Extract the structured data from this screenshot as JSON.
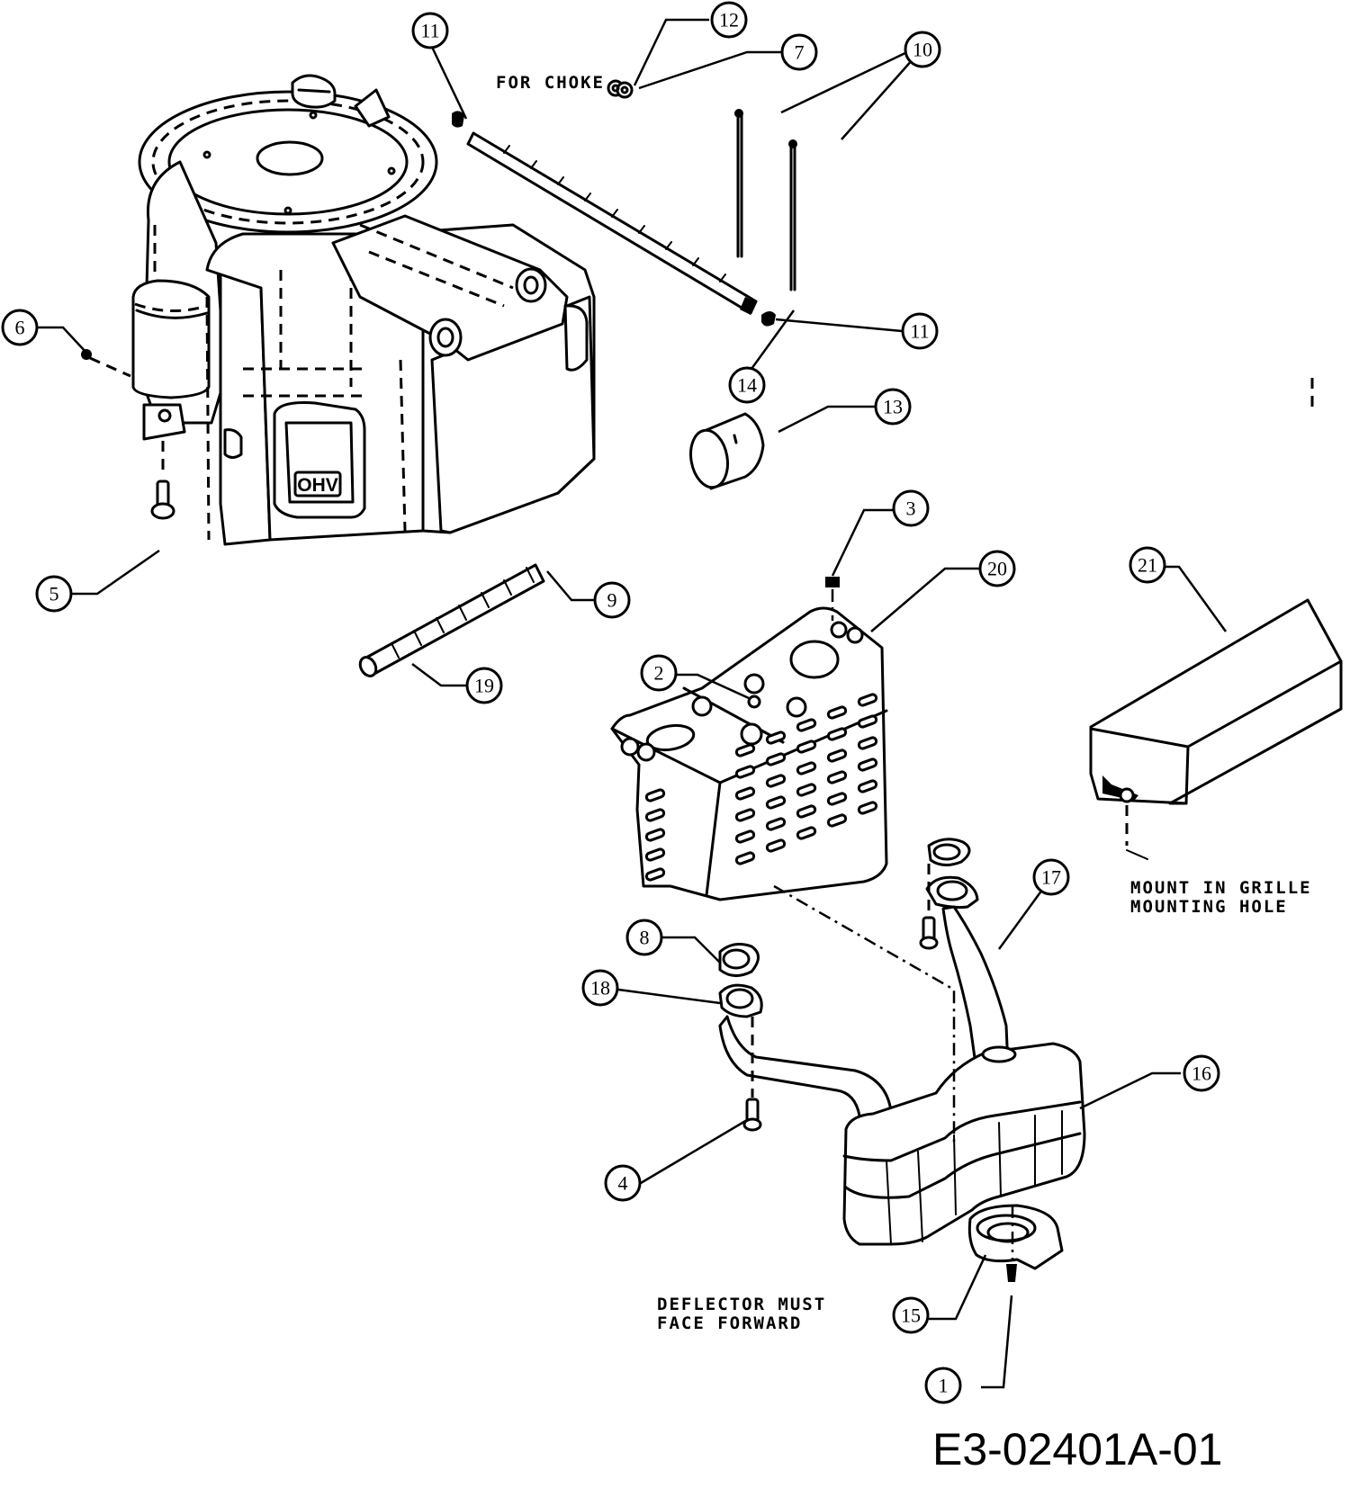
{
  "figure": {
    "id": "E3-02401A-01",
    "type": "exploded-parts-diagram",
    "subject": "Engine, muffler and heat shield assembly",
    "engine_badge": "OHV"
  },
  "notes": {
    "choke": "FOR CHOKE",
    "grille": [
      "MOUNT IN GRILLE",
      "MOUNTING HOLE"
    ],
    "deflector": [
      "DEFLECTOR MUST",
      "FACE FORWARD"
    ]
  },
  "callouts": [
    {
      "number": "1",
      "part": "screw (deflector)"
    },
    {
      "number": "2",
      "part": "nut / washer (heat shield)"
    },
    {
      "number": "3",
      "part": "flange nut"
    },
    {
      "number": "4",
      "part": "bolt (exhaust flange)"
    },
    {
      "number": "5",
      "part": "bolt (engine mount)"
    },
    {
      "number": "6",
      "part": "nut (fuel filter bracket)"
    },
    {
      "number": "7",
      "part": "clip (choke)"
    },
    {
      "number": "8",
      "part": "exhaust gasket"
    },
    {
      "number": "9",
      "part": "hose clamp"
    },
    {
      "number": "10",
      "part": "cable ties"
    },
    {
      "number": "11",
      "part": "hose clamp"
    },
    {
      "number": "12",
      "part": "clip (choke)"
    },
    {
      "number": "13",
      "part": "fuel filter"
    },
    {
      "number": "14",
      "part": "fuel line"
    },
    {
      "number": "15",
      "part": "exhaust deflector"
    },
    {
      "number": "16",
      "part": "muffler"
    },
    {
      "number": "17",
      "part": "exhaust pipe (right)"
    },
    {
      "number": "18",
      "part": "exhaust pipe (left)"
    },
    {
      "number": "19",
      "part": "fuel line"
    },
    {
      "number": "20",
      "part": "heat shield"
    },
    {
      "number": "21",
      "part": "grille insert / cover"
    }
  ]
}
